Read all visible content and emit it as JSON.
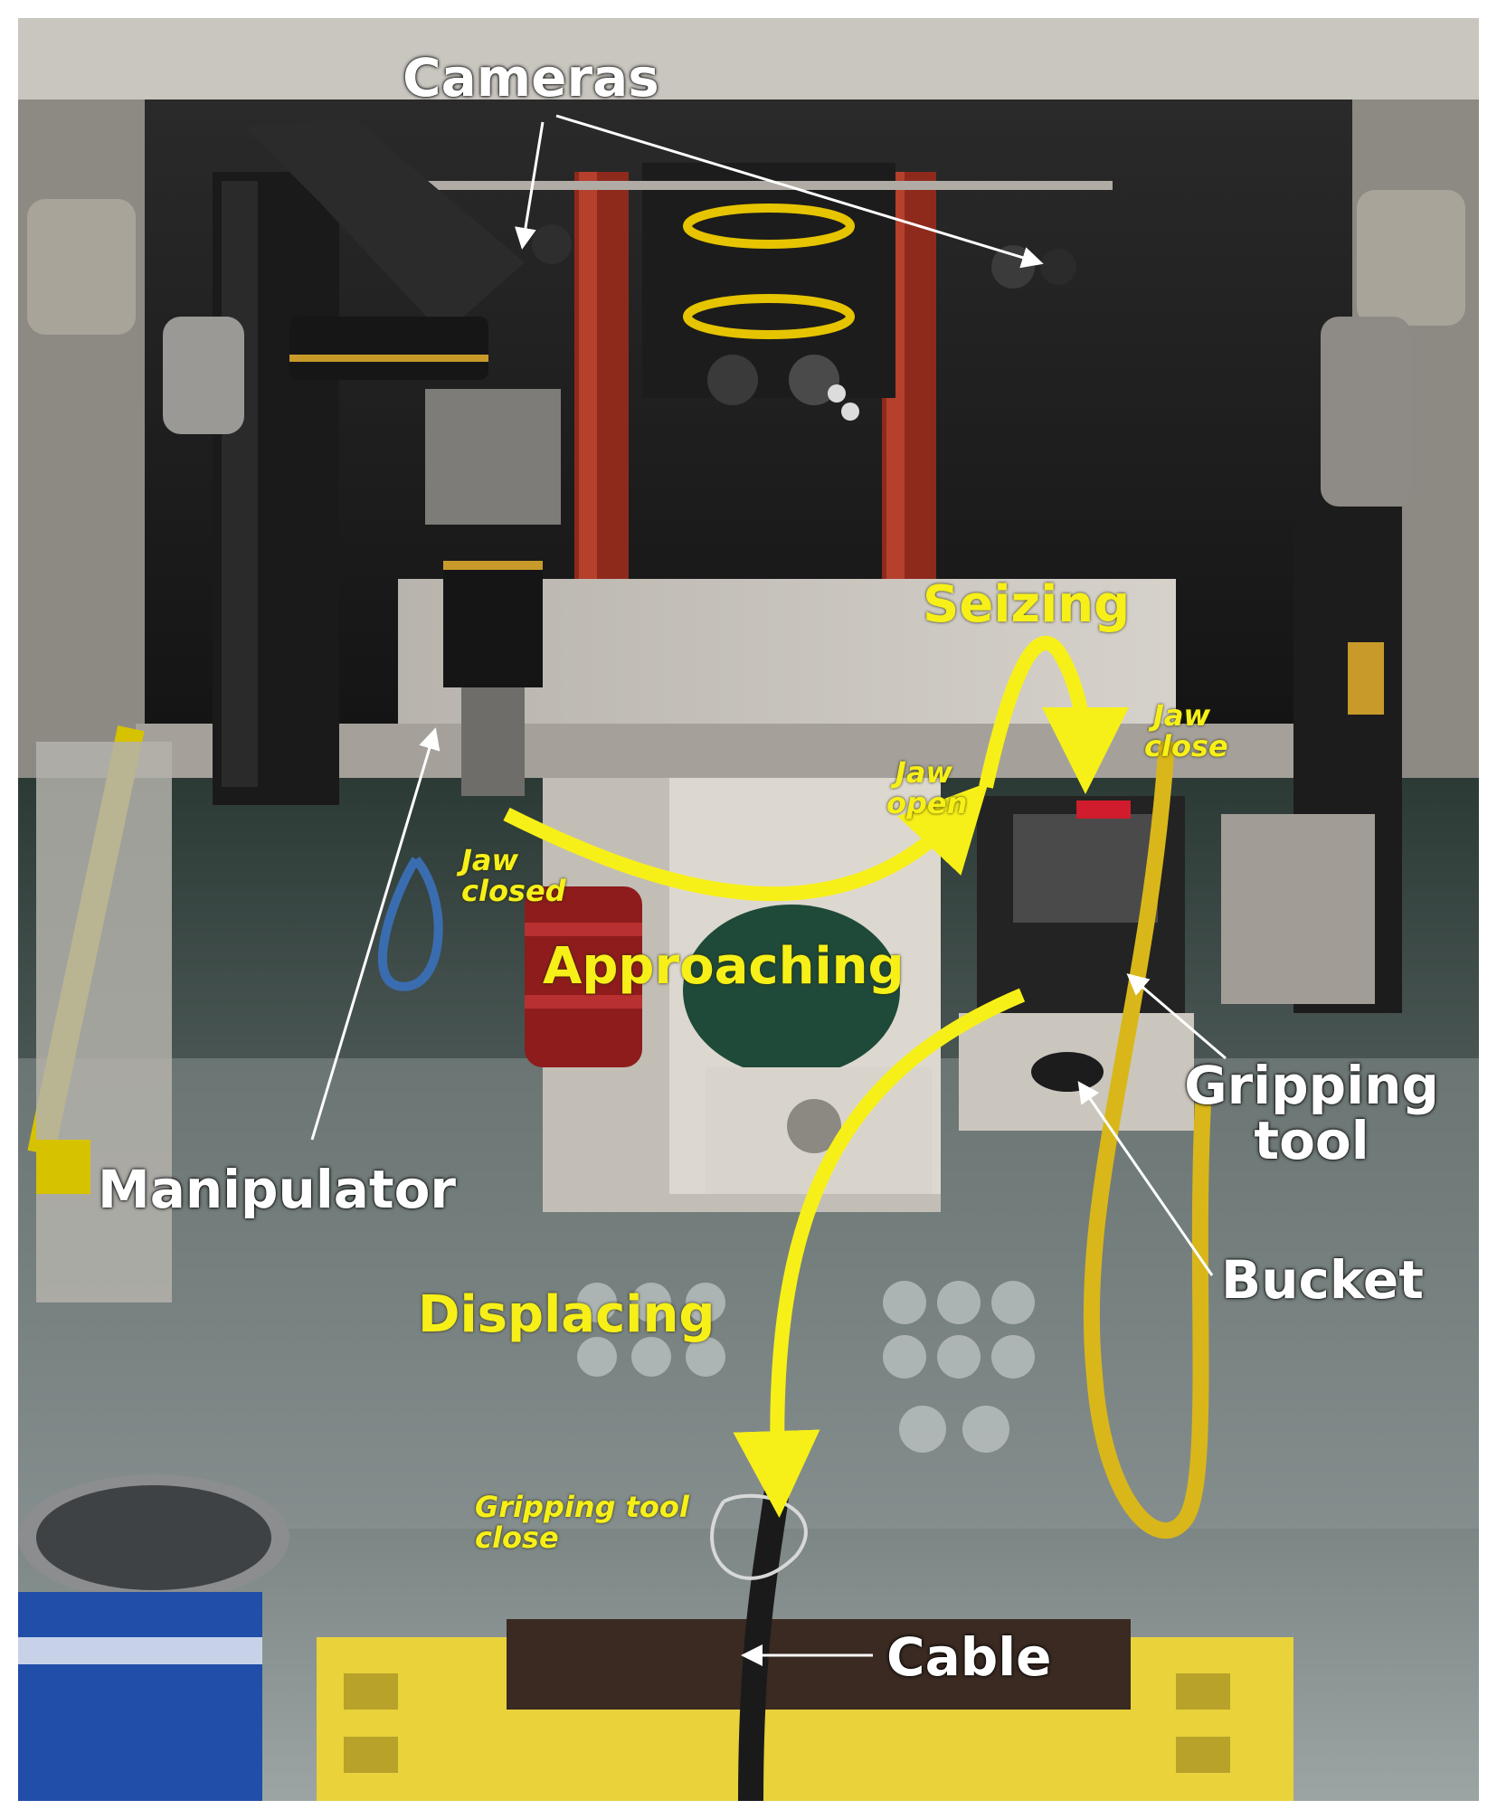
{
  "labels": {
    "cameras": "Cameras",
    "manipulator": "Manipulator",
    "gripping_tool_line1": "Gripping",
    "gripping_tool_line2": "tool",
    "bucket": "Bucket",
    "cable": "Cable",
    "approaching": "Approaching",
    "seizing": "Seizing",
    "displacing": "Displacing",
    "jaw_closed_line1": "Jaw",
    "jaw_closed_line2": "closed",
    "jaw_open_line1": "Jaw",
    "jaw_open_line2": "open",
    "jaw_close_line1": "Jaw",
    "jaw_close_line2": "close",
    "gripping_tool_close_line1": "Gripping tool",
    "gripping_tool_close_line2": "close"
  },
  "colors": {
    "annotation_yellow": "#f7f018",
    "annotation_white": "#ffffff"
  }
}
